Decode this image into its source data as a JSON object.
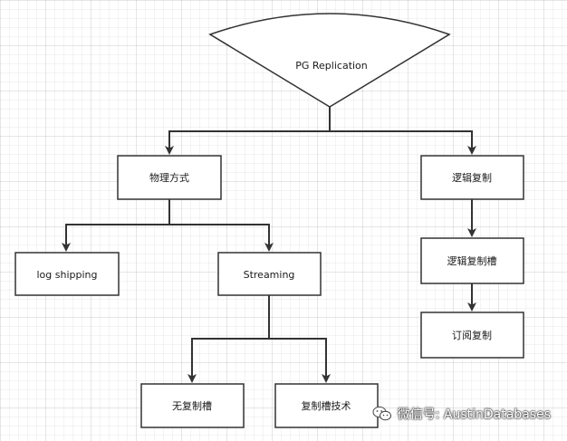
{
  "diagram": {
    "root": {
      "label": "PG Replication"
    },
    "nodes": {
      "physical": {
        "label": "物理方式"
      },
      "logical": {
        "label": "逻辑复制"
      },
      "log_shipping": {
        "label": "log shipping"
      },
      "streaming": {
        "label": "Streaming"
      },
      "logical_slot": {
        "label": "逻辑复制槽"
      },
      "subscription": {
        "label": "订阅复制"
      },
      "no_slot": {
        "label": "无复制槽"
      },
      "slot_tech": {
        "label": "复制槽技术"
      }
    },
    "edges": [
      {
        "from": "root",
        "to": "physical"
      },
      {
        "from": "root",
        "to": "logical"
      },
      {
        "from": "physical",
        "to": "log_shipping"
      },
      {
        "from": "physical",
        "to": "streaming"
      },
      {
        "from": "logical",
        "to": "logical_slot"
      },
      {
        "from": "logical_slot",
        "to": "subscription"
      },
      {
        "from": "streaming",
        "to": "no_slot"
      },
      {
        "from": "streaming",
        "to": "slot_tech"
      }
    ]
  },
  "watermark": {
    "text": "微信号: AustinDatabases",
    "icon": "wechat-icon"
  },
  "colors": {
    "stroke": "#333333",
    "fill": "#ffffff",
    "text": "#1a1a1a"
  }
}
